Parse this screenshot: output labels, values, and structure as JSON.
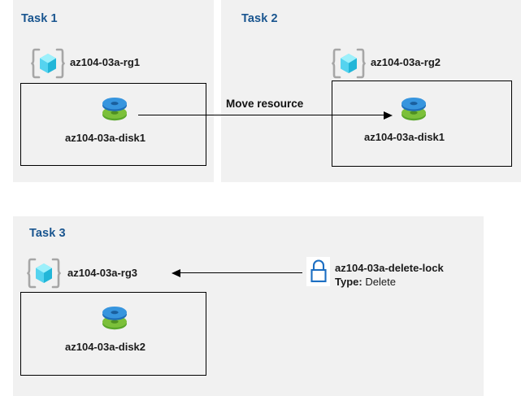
{
  "diagram": {
    "title": "Azure resource groups, disks, move resource and delete lock diagram",
    "background_color": "#ffffff",
    "panel_color": "#f1f1f1",
    "title_color": "#19558f",
    "border_color": "#000000"
  },
  "panels": [
    {
      "id": "task1",
      "title": "Task 1",
      "resource_group": {
        "icon": "resource-group-cube-icon",
        "label": "az104-03a-rg1"
      },
      "resource": {
        "icon": "managed-disk-icon",
        "label": "az104-03a-disk1"
      }
    },
    {
      "id": "task2",
      "title": "Task 2",
      "resource_group": {
        "icon": "resource-group-cube-icon",
        "label": "az104-03a-rg2"
      },
      "resource": {
        "icon": "managed-disk-icon",
        "label": "az104-03a-disk1"
      }
    },
    {
      "id": "task3",
      "title": "Task 3",
      "resource_group": {
        "icon": "resource-group-cube-icon",
        "label": "az104-03a-rg3"
      },
      "resource": {
        "icon": "managed-disk-icon",
        "label": "az104-03a-disk2"
      },
      "lock": {
        "icon": "padlock-icon",
        "label": "az104-03a-delete-lock",
        "type_key": "Type:",
        "type_value": "Delete"
      }
    }
  ],
  "connectors": [
    {
      "id": "move-resource-arrow",
      "label": "Move resource",
      "direction": "right",
      "from": "az104-03a-disk1",
      "to": "az104-03a-disk1"
    },
    {
      "id": "lock-scope-arrow",
      "label": "",
      "direction": "left",
      "from": "az104-03a-delete-lock",
      "to": "az104-03a-rg3"
    }
  ],
  "colors": {
    "azure_blue": "#0078d4",
    "disk_blue": "#2d8cdb",
    "disk_green": "#6bb02c",
    "cube_cyan": "#4fd8f5",
    "bracket_gray": "#a6a6a6",
    "title_blue": "#19558f"
  }
}
